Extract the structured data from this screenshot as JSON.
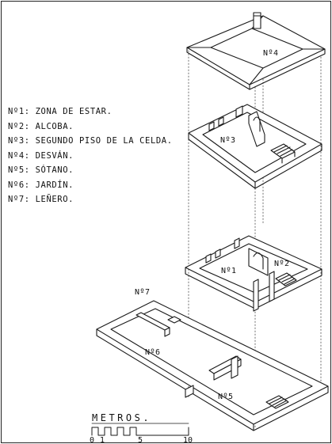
{
  "legend": {
    "items": [
      "Nº1: ZONA DE ESTAR.",
      "Nº2: ALCOBA.",
      "Nº3: SEGUNDO PISO DE LA CELDA.",
      "Nº4: DESVÁN.",
      "Nº5: SÓTANO.",
      "Nº6: JARDÍN.",
      "Nº7: LEÑERO."
    ]
  },
  "labels": {
    "n4": "Nº4",
    "n3": "Nº3",
    "n1": "Nº1",
    "n2": "Nº2",
    "n7": "Nº7",
    "n6": "Nº6",
    "n5": "Nº5"
  },
  "scale": {
    "title": "METROS.",
    "ticks": [
      "0",
      "1",
      "5",
      "10"
    ]
  }
}
